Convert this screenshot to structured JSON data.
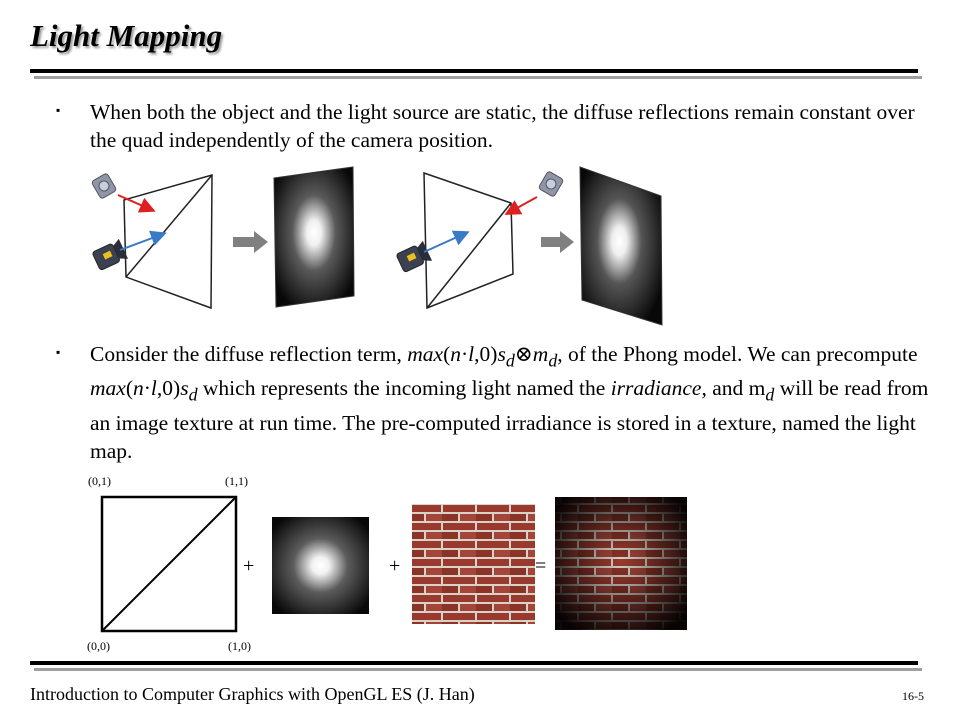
{
  "slide": {
    "title": "Light Mapping",
    "bullet_symbol": "▪",
    "bullet1": "When both the object and the light source are static, the diffuse reflections remain constant over the quad independently of the camera position.",
    "bullet2": {
      "t1": "Consider the diffuse reflection term, ",
      "f1_max": "max",
      "f1_paren": "(",
      "f1_n": "n",
      "f1_dot": "·",
      "f1_l": "l",
      "f1_rest": ",0)",
      "f1_s": "s",
      "f1_sd": "d",
      "f1_otimes": "⊗",
      "f1_m": "m",
      "f1_md": "d",
      "t2": ", of the Phong model. We can precompute ",
      "f2_max": "max",
      "f2_paren": "(",
      "f2_n": "n",
      "f2_dot": "·",
      "f2_l": "l",
      "f2_rest": ",0)",
      "f2_s": "s",
      "f2_sd": "d",
      "t3": " which represents the incoming light named the ",
      "irradiance": "irradiance",
      "t4": ", and ",
      "f3_m": "m",
      "f3_md": "d",
      "t5": " will be read from an image texture at run time. The pre-computed irradiance is stored in a texture, named the light map."
    },
    "coords": {
      "top_left": "(0,1)",
      "top_right": "(1,1)",
      "bottom_left": "(0,0)",
      "bottom_right": "(1,0)"
    },
    "ops": {
      "plus1": "+",
      "plus2": "+",
      "equals": "="
    },
    "footer": {
      "left": "Introduction to Computer Graphics with OpenGL ES (J. Han)",
      "right": "16-5"
    },
    "colors": {
      "light_ray": "#e02020",
      "camera_ray": "#3a78c8",
      "arrow_gray": "#808080",
      "brick": "#9a3a2e",
      "mortar": "#d8d2c8"
    },
    "icons": [
      "light-source-icon",
      "camera-icon",
      "right-arrow-icon",
      "light-map-image",
      "brick-texture-image",
      "lit-brick-image"
    ]
  }
}
